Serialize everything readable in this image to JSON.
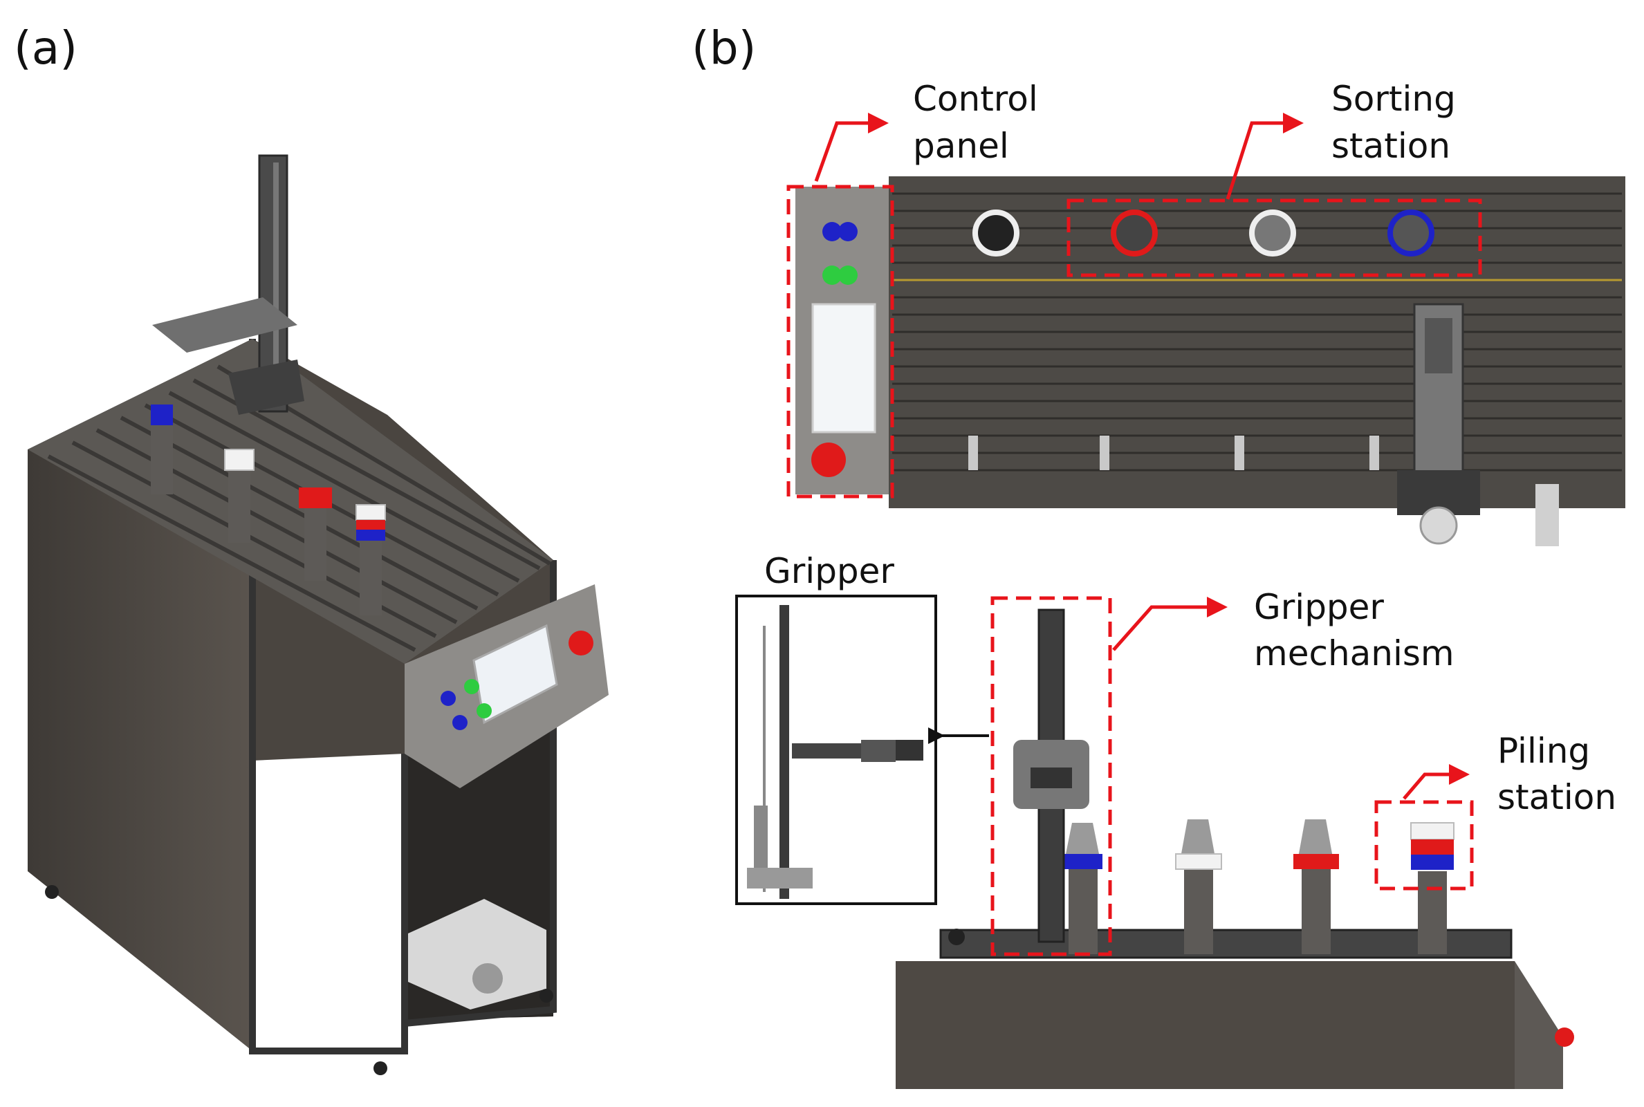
{
  "panels": [
    {
      "letter": "(a)"
    },
    {
      "letter": "(b)"
    }
  ],
  "labels": {
    "control_panel": [
      "Control",
      "panel"
    ],
    "sorting_station": [
      "Sorting",
      "station"
    ],
    "gripper": "Gripper",
    "gripper_mechanism": [
      "Gripper",
      "mechanism"
    ],
    "piling_station": [
      "Piling",
      "station"
    ]
  },
  "colors": {
    "callout": "#e8141b",
    "body": "#4e4944",
    "aluminium": "#6b6967",
    "blue_part": "#1e22c8",
    "red_part": "#e01a1a",
    "white_part": "#f2f2f2",
    "green_button": "#2ecc40"
  }
}
